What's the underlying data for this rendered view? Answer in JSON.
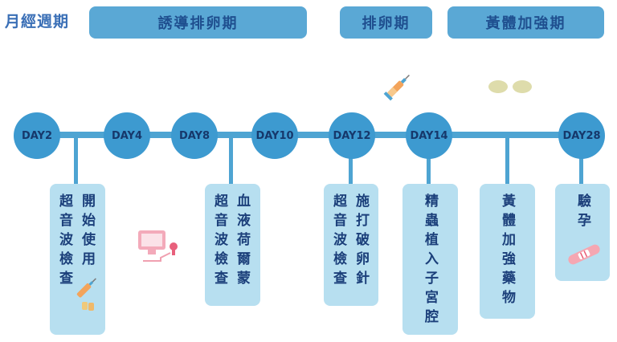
{
  "title": "月經週期",
  "phases": [
    {
      "label": "誘導排卵期"
    },
    {
      "label": "排卵期"
    },
    {
      "label": "黃體加強期"
    }
  ],
  "days": [
    "DAY2",
    "DAY4",
    "DAY8",
    "DAY10",
    "DAY12",
    "DAY14",
    "DAY28"
  ],
  "cards": [
    {
      "col1": "超音波檢查",
      "col2": "開始使用"
    },
    {
      "col1": "超音波檢查",
      "col2": "血液荷爾蒙"
    },
    {
      "col1": "超音波檢查",
      "col2": "施打破卵針"
    },
    {
      "col1": "精蟲植入子宮腔"
    },
    {
      "col1": "黃體加強藥物"
    },
    {
      "col1": "驗孕"
    }
  ],
  "icons": [
    "syringe-icon",
    "medication-icon",
    "ultrasound-machine-icon",
    "syringe-icon",
    "pills-icon",
    "pregnancy-test-icon"
  ],
  "colors": {
    "phase": "#5aa8d5",
    "node": "#3d9ad0",
    "card": "#b7dff0",
    "text": "#1b3f7a"
  }
}
